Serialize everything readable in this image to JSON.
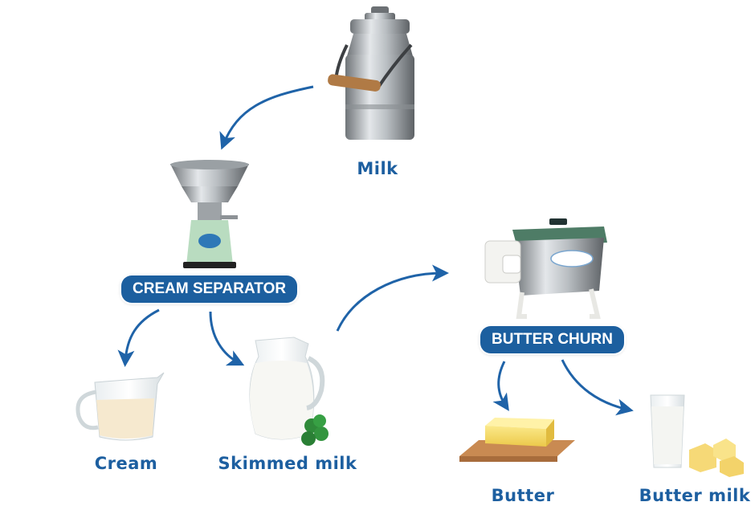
{
  "labels": {
    "milk": "Milk",
    "cream": "Cream",
    "skimmed_milk": "Skimmed milk",
    "butter": "Butter",
    "butter_milk": "Butter milk"
  },
  "machines": {
    "cream_separator": "CREAM SEPARATOR",
    "butter_churn": "BUTTER CHURN"
  },
  "colors": {
    "label_blue": "#1d5fa0",
    "pill_blue": "#1c5f9f",
    "arrow_blue": "#1f63a8"
  }
}
